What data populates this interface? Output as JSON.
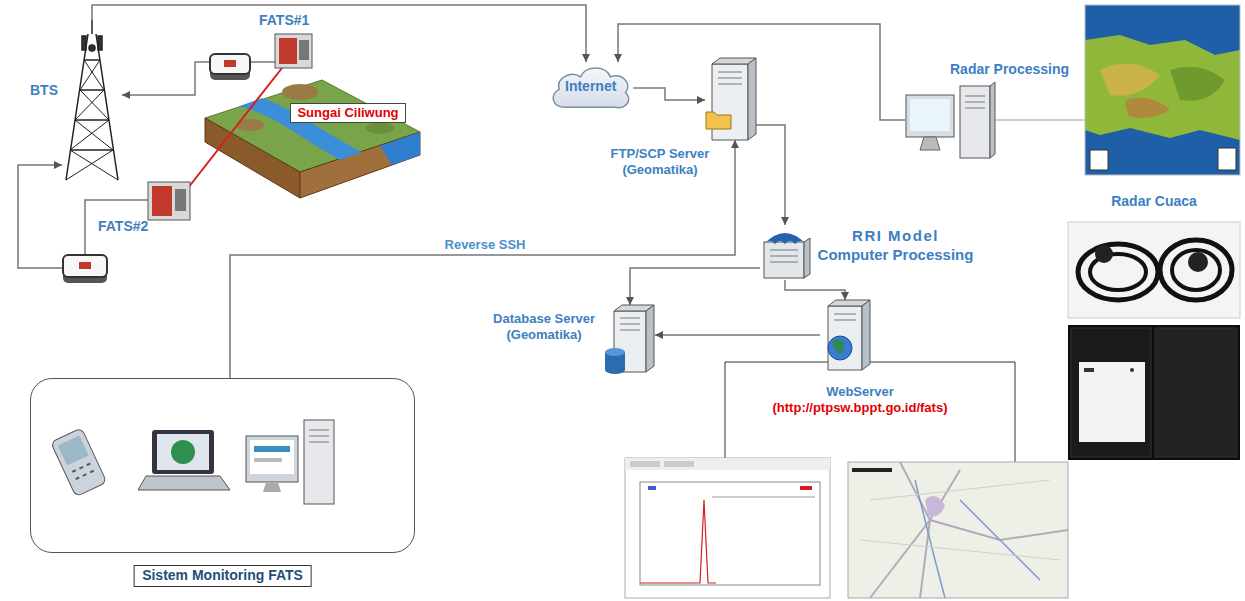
{
  "diagram": {
    "nodes": [
      {
        "text": [
          "BTS"
        ]
      },
      {
        "text": [
          "FATS#1"
        ]
      },
      {
        "text": [
          "Sungai Ciliwung"
        ]
      },
      {
        "text": [
          "FATS#2"
        ]
      },
      {
        "text": [
          "Internet"
        ]
      },
      {
        "text": [
          "FTP/SCP Server (Geomatika)"
        ]
      },
      {
        "text": [
          "Radar Processing"
        ]
      },
      {
        "text": [
          "Radar Cuaca"
        ]
      },
      {
        "text": [
          "RRI Model Computer Processing"
        ]
      },
      {
        "text": [
          "Database Server (Geomatika)"
        ]
      },
      {
        "text": [
          "WebServer",
          "(http://ptpsw.bppt.go.id/fats)"
        ]
      },
      {
        "text": [
          "Sistem Monitoring FATS"
        ]
      }
    ],
    "edges": [
      {
        "from": 0,
        "to": 4,
        "arrow": "to"
      },
      {
        "from": 1,
        "to": 0,
        "arrow": "to"
      },
      {
        "from": 3,
        "to": 0,
        "arrow": "to"
      },
      {
        "from": 4,
        "to": 5,
        "arrow": "to"
      },
      {
        "from": 6,
        "to": 4,
        "arrow": "to"
      },
      {
        "from": 5,
        "to": 8,
        "arrow": "to"
      },
      {
        "from": 11,
        "to": 5,
        "label": "Reverse SSH",
        "arrow": "to"
      },
      {
        "from": 8,
        "to": 9,
        "arrow": "to"
      },
      {
        "from": 8,
        "to": 10,
        "arrow": "to"
      },
      {
        "from": 10,
        "to": 9,
        "arrow": "to"
      }
    ]
  }
}
